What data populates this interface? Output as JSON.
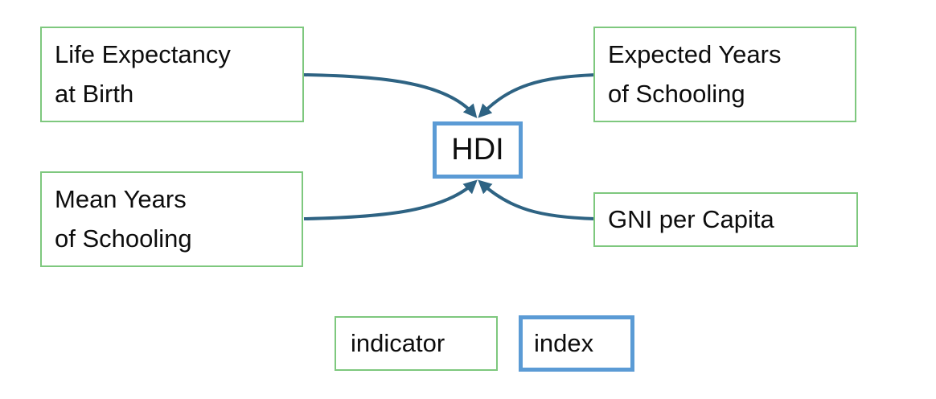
{
  "colors": {
    "indicator_border": "#7EC87E",
    "index_border": "#5B9BD5",
    "arrow": "#2E6383",
    "text": "#0D0D0D"
  },
  "diagram": {
    "index_box": {
      "label": "HDI"
    },
    "indicators": [
      {
        "id": "life-expectancy",
        "label": "Life Expectancy\nat Birth"
      },
      {
        "id": "expected-years-schooling",
        "label": "Expected Years\nof Schooling"
      },
      {
        "id": "mean-years-schooling",
        "label": "Mean Years\nof Schooling"
      },
      {
        "id": "gni-per-capita",
        "label": "GNI per Capita"
      }
    ],
    "legend": {
      "indicator_label": "indicator",
      "index_label": "index"
    }
  }
}
